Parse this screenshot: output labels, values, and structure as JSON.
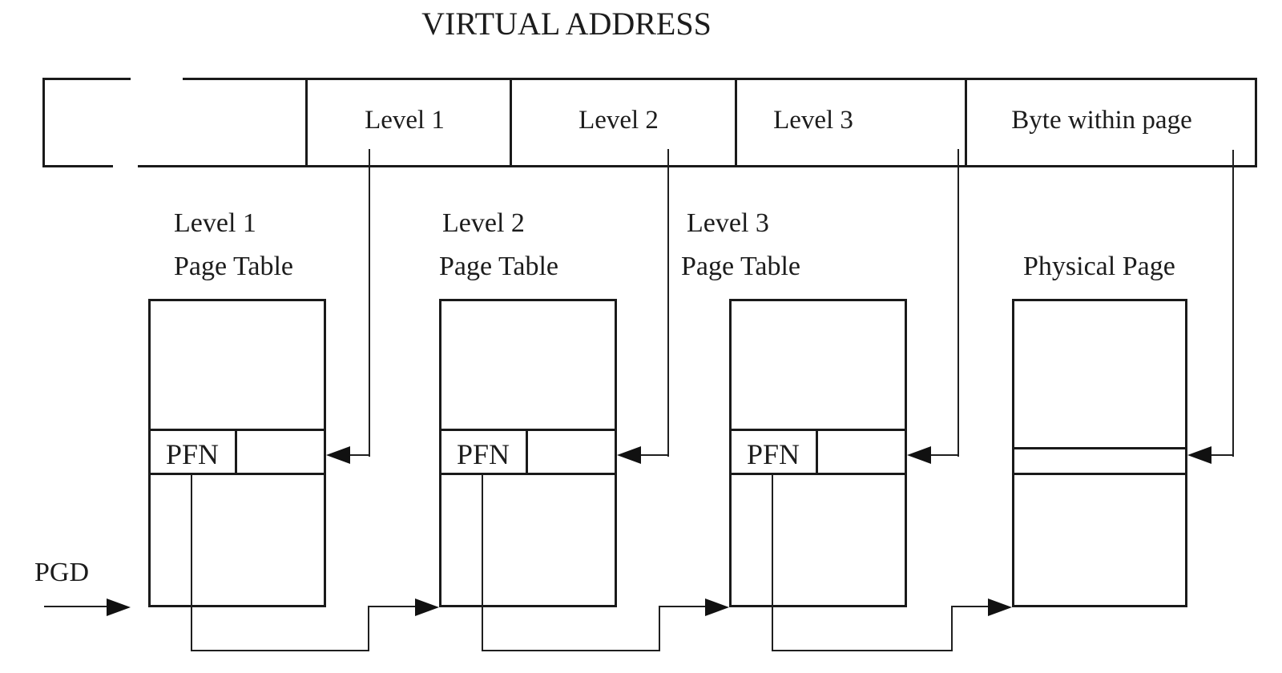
{
  "title": "VIRTUAL ADDRESS",
  "address_bar": {
    "segments": [
      "",
      "Level 1",
      "Level 2",
      "Level 3",
      "Byte within page"
    ],
    "left_segment_has_break": true
  },
  "page_tables": [
    {
      "title_line1": "Level 1",
      "title_line2": "Page Table",
      "entry": "PFN"
    },
    {
      "title_line1": "Level 2",
      "title_line2": "Page Table",
      "entry": "PFN"
    },
    {
      "title_line1": "Level 3",
      "title_line2": "Page Table",
      "entry": "PFN"
    }
  ],
  "physical_page": {
    "title": "Physical Page"
  },
  "pgd": {
    "label": "PGD"
  },
  "icons": {
    "arrow_left": "◀",
    "arrow_right": "▶"
  },
  "colors": {
    "line": "#1a1a1a",
    "text": "#1c1c1c",
    "background": "#ffffff"
  }
}
